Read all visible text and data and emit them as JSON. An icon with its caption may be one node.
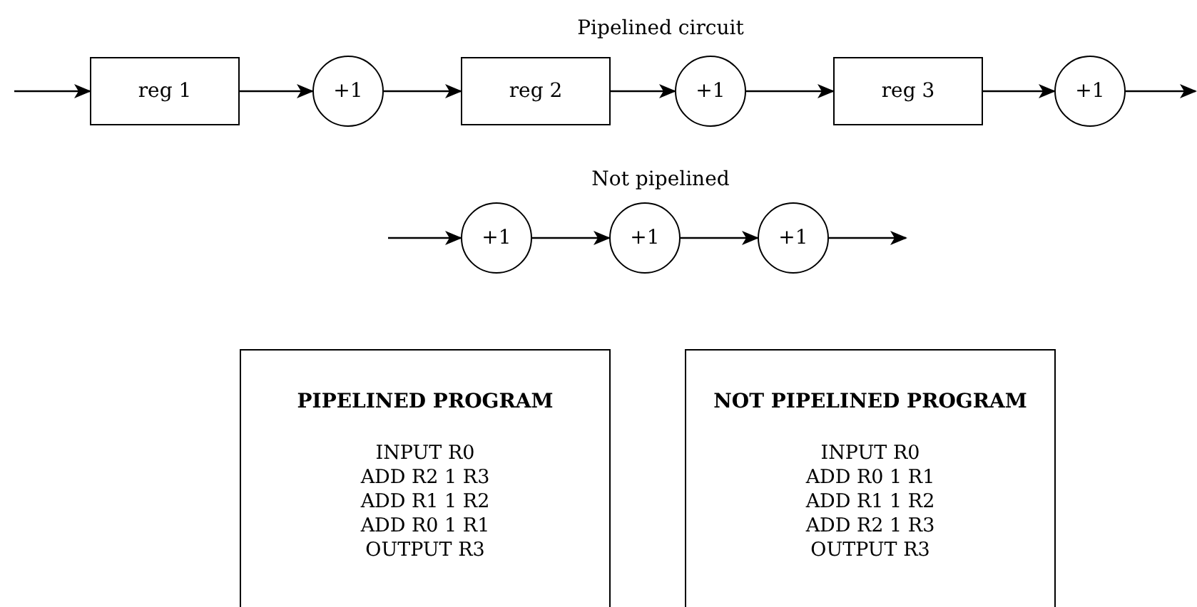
{
  "diagram": {
    "nodes": [
      {
        "text": [
          "reg 1"
        ]
      },
      {
        "text": [
          "+1"
        ]
      },
      {
        "text": [
          "reg 2"
        ]
      },
      {
        "text": [
          "+1"
        ]
      },
      {
        "text": [
          "reg 3"
        ]
      },
      {
        "text": [
          "+1"
        ]
      },
      {
        "text": [
          "+1"
        ]
      },
      {
        "text": [
          "+1"
        ]
      },
      {
        "text": [
          "+1"
        ]
      },
      {
        "text": [
          "PIPELINED PROGRAM",
          "INPUT R0",
          "ADD R2 1 R3",
          "ADD R1 1 R2",
          "ADD R0 1 R1",
          "OUTPUT R3"
        ]
      },
      {
        "text": [
          "NOT PIPELINED PROGRAM",
          "INPUT R0",
          "ADD R0 1 R1",
          "ADD R1 1 R2",
          "ADD R2 1 R3",
          "OUTPUT R3"
        ]
      }
    ],
    "edges": [
      {
        "from": null,
        "to": 0,
        "arrow": "to"
      },
      {
        "from": 0,
        "to": 1,
        "arrow": "to"
      },
      {
        "from": 1,
        "to": 2,
        "arrow": "to"
      },
      {
        "from": 2,
        "to": 3,
        "arrow": "to"
      },
      {
        "from": 3,
        "to": 4,
        "arrow": "to"
      },
      {
        "from": 4,
        "to": 5,
        "arrow": "to"
      },
      {
        "from": 5,
        "to": null,
        "arrow": "to"
      },
      {
        "from": null,
        "to": 6,
        "arrow": "to"
      },
      {
        "from": 6,
        "to": 7,
        "arrow": "to"
      },
      {
        "from": 7,
        "to": 8,
        "arrow": "to"
      },
      {
        "from": 8,
        "to": null,
        "arrow": "to"
      }
    ],
    "labels": [
      "Pipelined circuit",
      "Not pipelined"
    ]
  }
}
